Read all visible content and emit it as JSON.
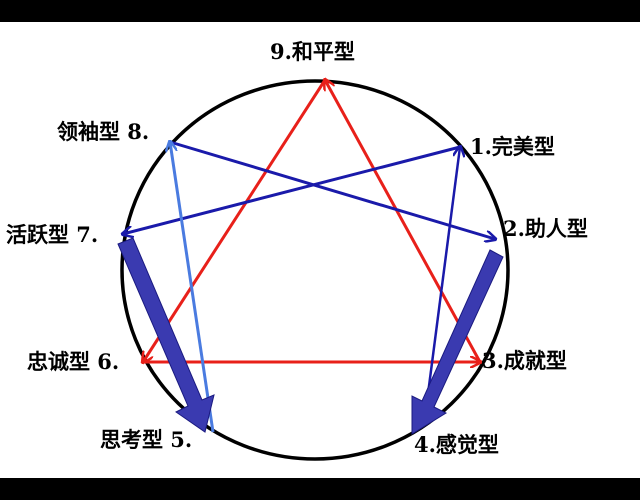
{
  "diagram": {
    "labels": {
      "n9": "9.和平型",
      "n1": "1.完美型",
      "n2": "2.助人型",
      "n3": "3.成就型",
      "n4": "4.感觉型",
      "n5": "思考型 5.",
      "n6": "忠诚型 6.",
      "n7": "活跃型 7.",
      "n8": "领袖型 8."
    },
    "colors": {
      "background": "#ffffff",
      "frame": "#000000",
      "circle": "#000000",
      "red_lines": "#e8201a",
      "blue_lines": "#1a1aaa",
      "light_blue_line": "#4a7be0",
      "thick_arrows": "#3a3ab0"
    }
  }
}
